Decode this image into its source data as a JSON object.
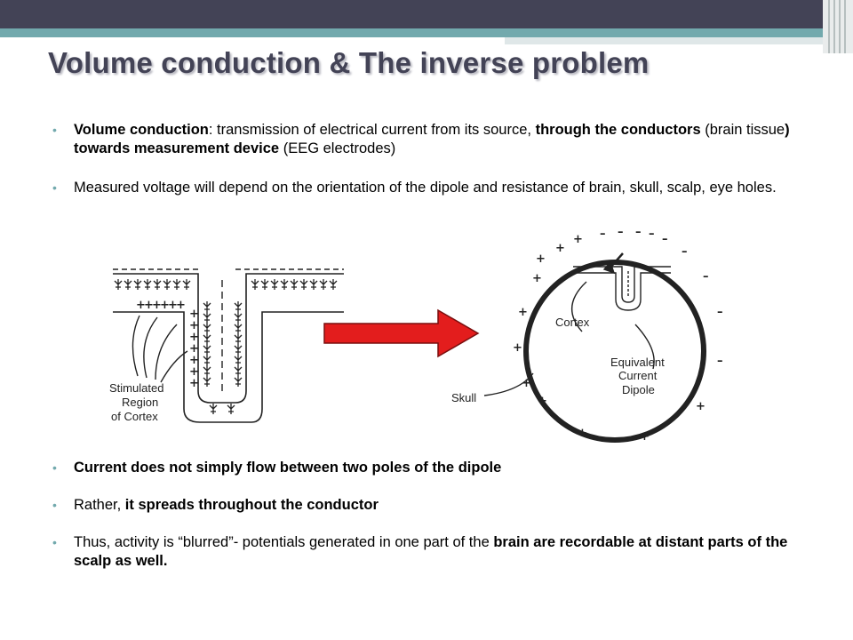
{
  "slide": {
    "title": "Volume conduction & The inverse problem",
    "bullets_top": [
      {
        "parts": [
          {
            "text": "Volume conduction",
            "bold": true
          },
          {
            "text": ": transmission of electrical current  from its source, ",
            "bold": false
          },
          {
            "text": "through the conductors",
            "bold": true
          },
          {
            "text": " (brain tissue",
            "bold": false
          },
          {
            "text": ") towards measurement device",
            "bold": true
          },
          {
            "text": " (EEG electrodes)",
            "bold": false
          }
        ]
      },
      {
        "parts": [
          {
            "text": "Measured voltage will depend on the orientation of the dipole and resistance of brain, skull, scalp, eye holes.",
            "bold": false
          }
        ]
      }
    ],
    "bullets_bottom": [
      {
        "parts": [
          {
            "text": "Current does not simply flow between two poles of the dipole",
            "bold": true
          }
        ]
      },
      {
        "parts": [
          {
            "text": "Rather, ",
            "bold": false
          },
          {
            "text": "it spreads throughout the conductor",
            "bold": true
          }
        ]
      },
      {
        "parts": [
          {
            "text": "Thus, activity is “blurred”- potentials generated in one part of the ",
            "bold": false
          },
          {
            "text": "brain are recordable at distant parts of the scalp as well.",
            "bold": true
          }
        ]
      }
    ]
  },
  "figure": {
    "left_label": [
      "Stimulated",
      "Region",
      "of Cortex"
    ],
    "cortex_label": "Cortex",
    "dipole_label": [
      "Equivalent",
      "Current",
      "Dipole"
    ],
    "skull_label": "Skull",
    "colors": {
      "arrow": "#e31d1d",
      "line": "#222222",
      "accent": "#72a9ad",
      "title": "#434356"
    }
  }
}
